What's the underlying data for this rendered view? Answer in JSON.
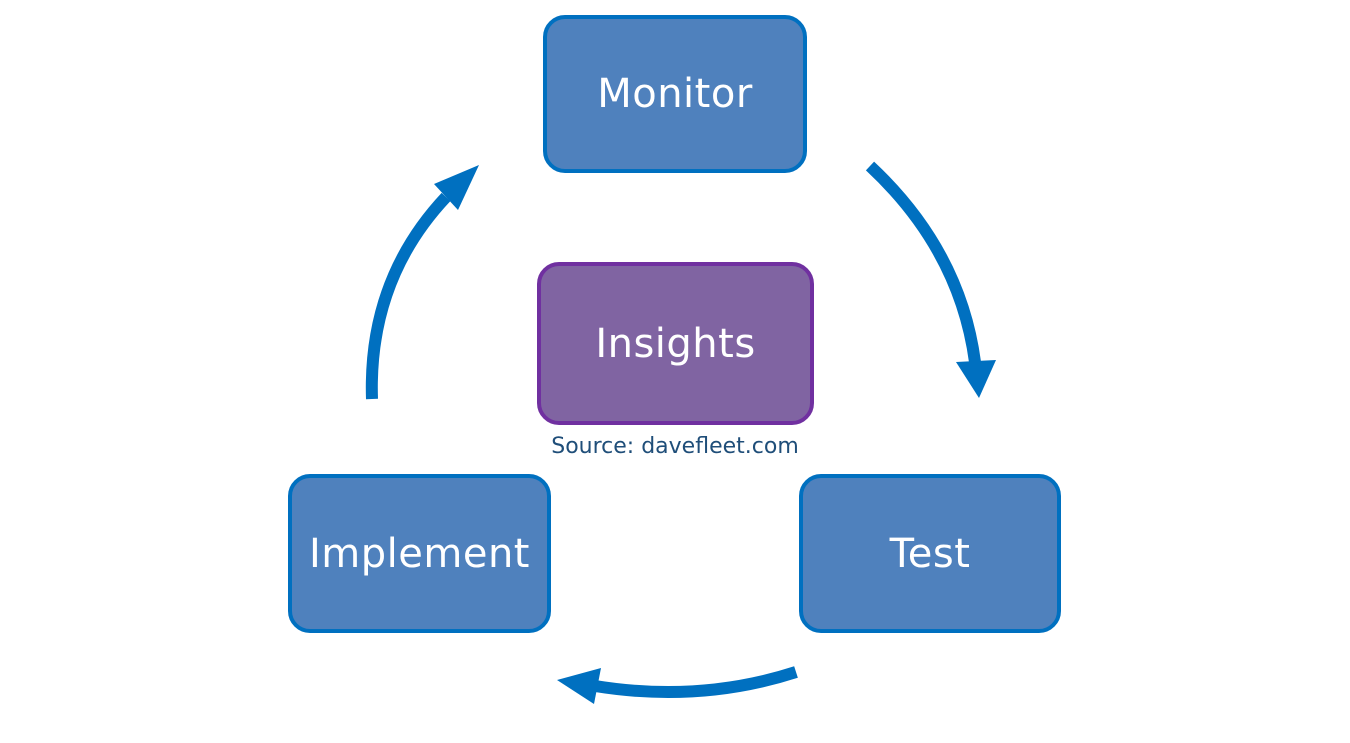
{
  "nodes": {
    "monitor": "Monitor",
    "insights": "Insights",
    "implement": "Implement",
    "test": "Test"
  },
  "source": "Source: davefleet.com",
  "colors": {
    "box_fill": "#4f81bd",
    "box_border": "#0070c0",
    "center_fill": "#8064a2",
    "center_border": "#7030a0",
    "arrow": "#0070c0",
    "source_text": "#1f4e79"
  },
  "flow": [
    "Monitor",
    "Test",
    "Implement",
    "Monitor"
  ]
}
